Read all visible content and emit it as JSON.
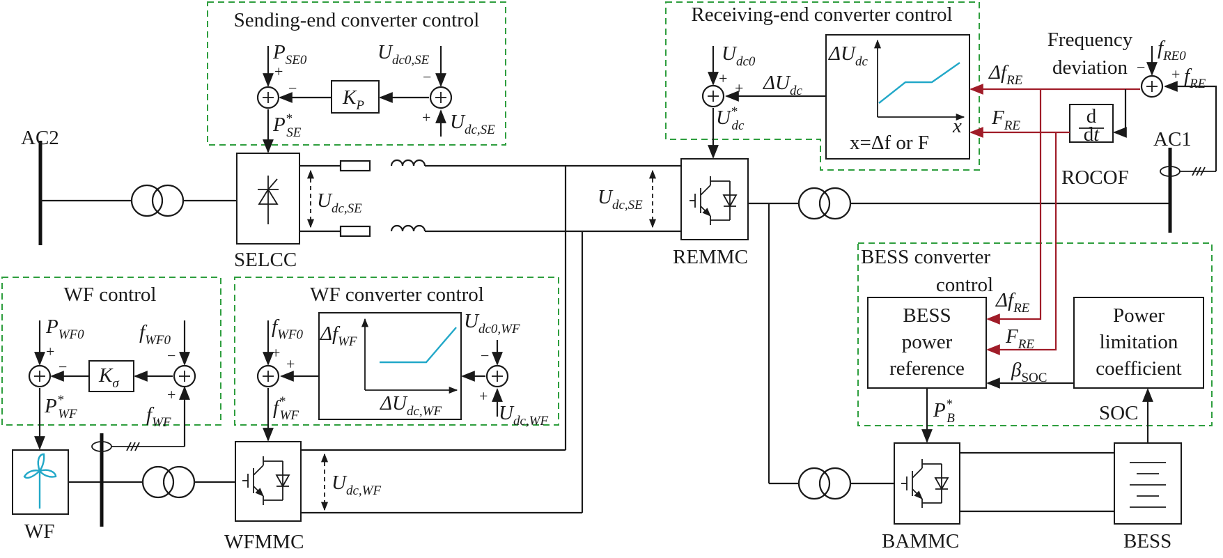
{
  "blocks": {
    "sec": "Sending-end converter control",
    "rec": "Receiving-end converter control",
    "bess": "BESS converter control",
    "wf": "WF control",
    "wfc": "WF converter control"
  },
  "labels": {
    "ac2": "AC2",
    "ac1": "AC1",
    "selcc": "SELCC",
    "remmc": "REMMC",
    "wfmmc": "WFMMC",
    "bammc": "BAMMC",
    "wf": "WF",
    "bess": "BESS",
    "rocof": "ROCOF",
    "freq_dev": "Frequency deviation",
    "bess_ref": "BESS power reference",
    "power_lim": "Power limitation coefficient",
    "soc": "SOC",
    "x_eq": "x=Δf or F"
  },
  "signals": {
    "p_se0": "P_SE0",
    "p_se_star": "P*_SE",
    "u_dc0_se": "U_dc0,SE",
    "u_dc_se": "U_dc,SE",
    "k_p": "K_P",
    "u_dc0": "U_dc0",
    "u_dc_star": "U*_dc",
    "delta_u_dc": "ΔU_dc",
    "delta_f_re": "Δf_RE",
    "f_re": "F_RE",
    "f_re0": "f_RE0",
    "f_re_meas": "f_RE",
    "p_wf0": "P_WF0",
    "f_wf0": "f_WF0",
    "k_sigma": "K_σ",
    "p_wf_star": "P*_WF",
    "f_wf": "f_WF",
    "f_wf_star": "f*_WF",
    "u_dc0_wf": "U_dc0,WF",
    "u_dc_wf": "U_dc,WF",
    "delta_f_wf": "Δf_WF",
    "delta_u_dc_wf": "ΔU_dc,WF",
    "beta_soc": "β_SOC",
    "p_b_star": "P*_B"
  }
}
